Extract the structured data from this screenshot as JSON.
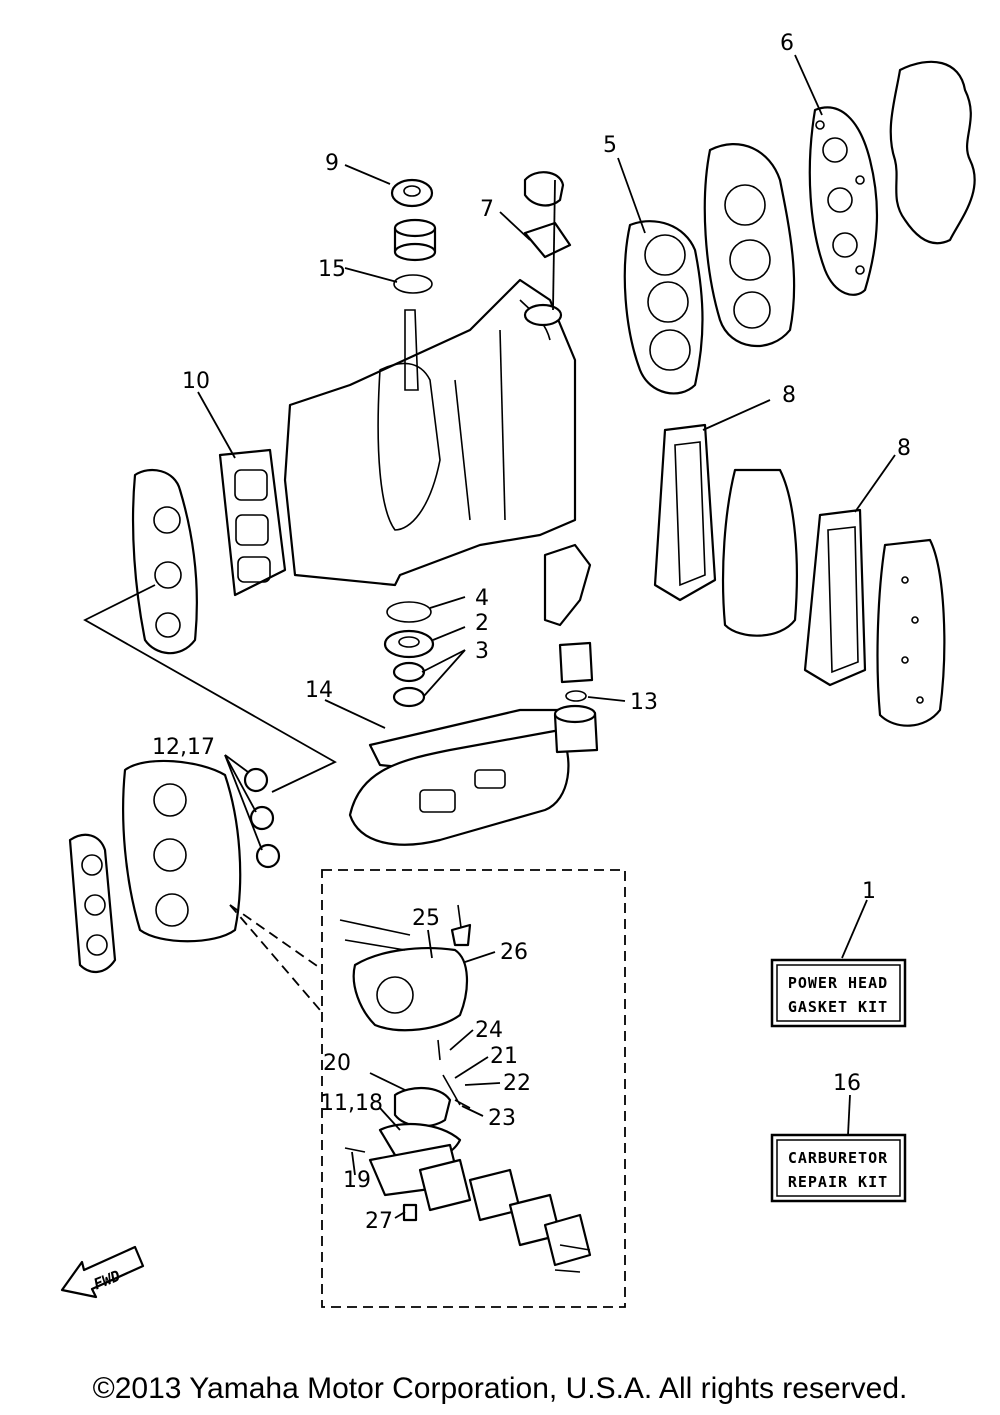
{
  "diagram": {
    "callouts": {
      "c1": "1",
      "c2": "2",
      "c3": "3",
      "c4": "4",
      "c5": "5",
      "c6": "6",
      "c7": "7",
      "c8a": "8",
      "c8b": "8",
      "c9": "9",
      "c10": "10",
      "c11_18": "11,18",
      "c12_17": "12,17",
      "c13": "13",
      "c14": "14",
      "c15": "15",
      "c16": "16",
      "c19": "19",
      "c20": "20",
      "c21": "21",
      "c22": "22",
      "c23": "23",
      "c24": "24",
      "c25": "25",
      "c26": "26",
      "c27": "27"
    },
    "kits": {
      "power_head": {
        "line1": "POWER HEAD",
        "line2": "GASKET KIT"
      },
      "carburetor": {
        "line1": "CARBURETOR",
        "line2": "REPAIR KIT"
      }
    },
    "fwd_label": "FWD"
  },
  "footer": {
    "copyright": "©2013 Yamaha Motor Corporation, U.S.A. All rights reserved."
  }
}
